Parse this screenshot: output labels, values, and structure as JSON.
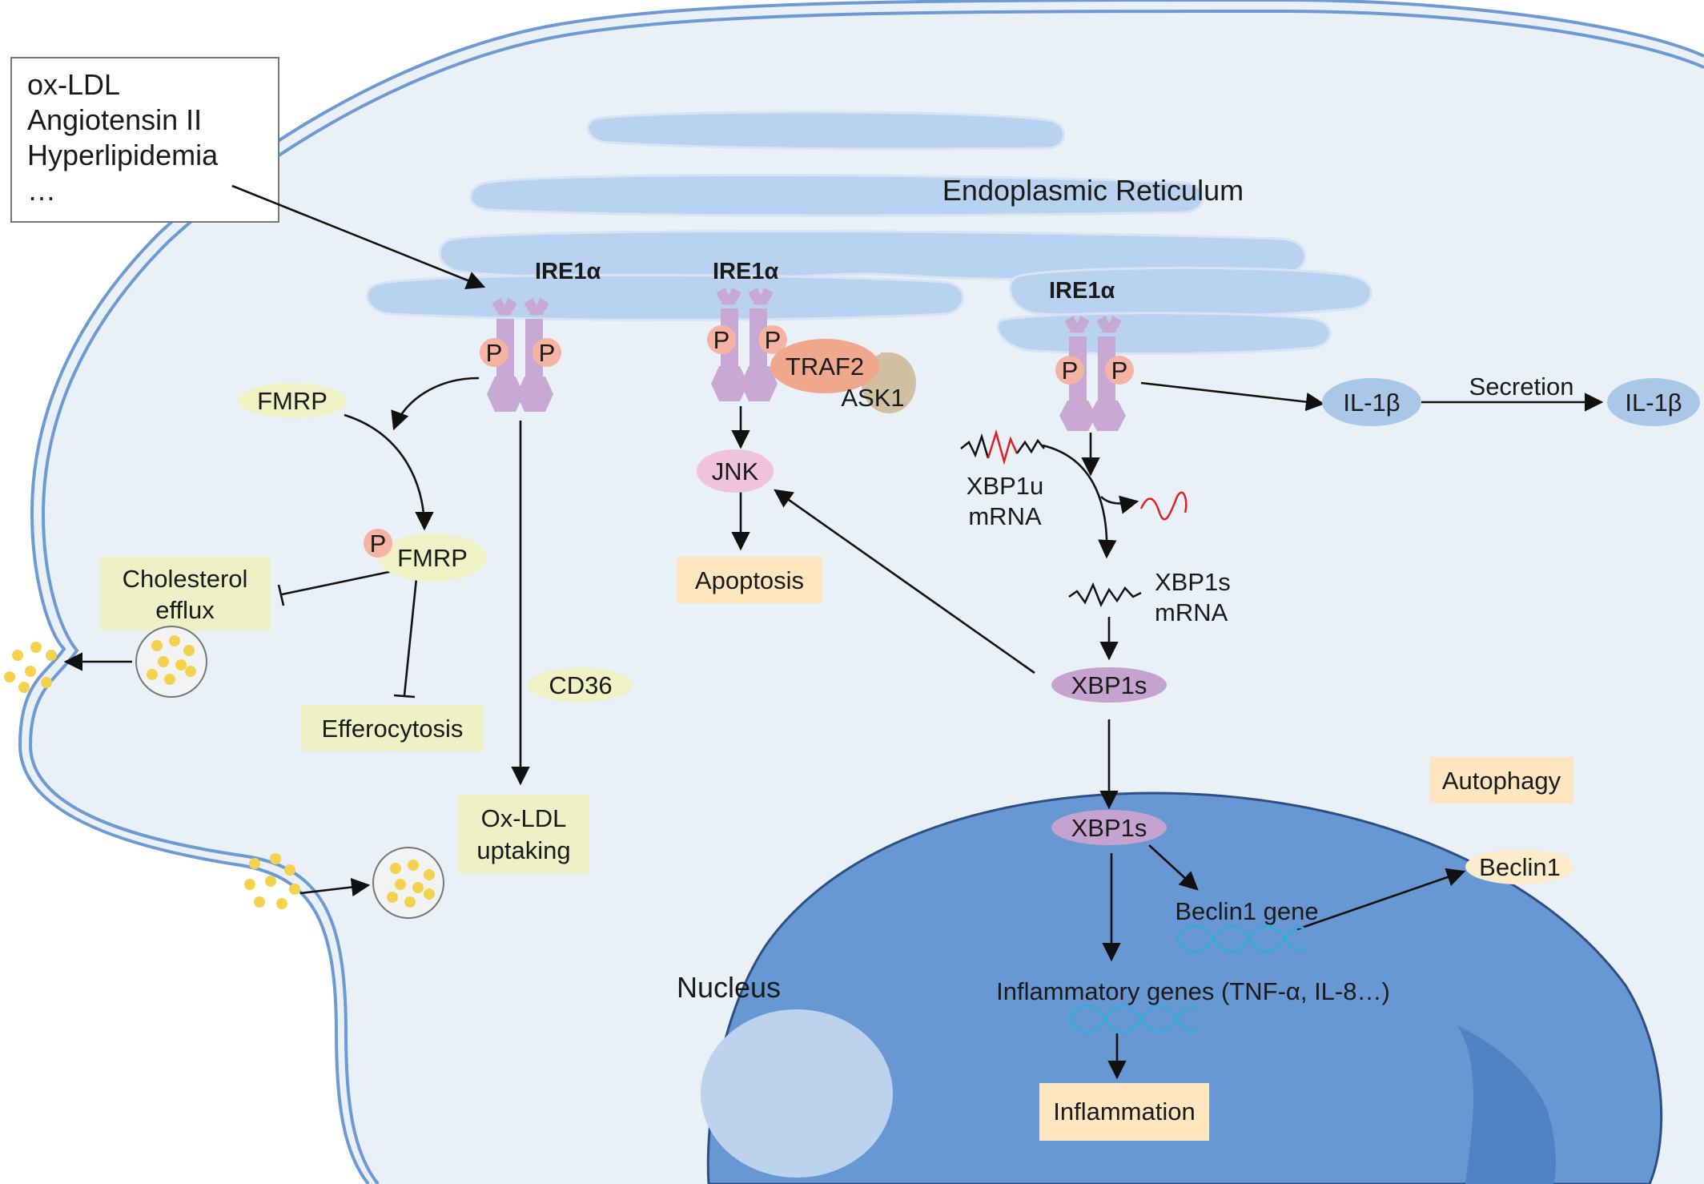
{
  "stimuli_box": {
    "lines": [
      "ox-LDL",
      "Angiotensin II",
      "Hyperlipidemia",
      "…"
    ]
  },
  "organelles": {
    "er_label": "Endoplasmic Reticulum",
    "nucleus_label": "Nucleus"
  },
  "receptor": {
    "name": "IRE1α",
    "phospho": "P"
  },
  "left_pathway": {
    "fmrp": "FMRP",
    "fmrp_p": "FMRP",
    "p": "P",
    "cholesterol_efflux": [
      "Cholesterol",
      "efflux"
    ],
    "efferocytosis": "Efferocytosis",
    "cd36": "CD36",
    "oxldl_uptaking": [
      "Ox-LDL",
      "uptaking"
    ]
  },
  "middle_pathway": {
    "traf2": "TRAF2",
    "ask1": "ASK1",
    "jnk": "JNK",
    "apoptosis": "Apoptosis"
  },
  "right_pathway": {
    "xbp1u": [
      "XBP1u",
      "mRNA"
    ],
    "xbp1s_mrna": [
      "XBP1s",
      "mRNA"
    ],
    "xbp1s": "XBP1s",
    "il1b": "IL-1β",
    "secretion": "Secretion",
    "autophagy": "Autophagy",
    "beclin1_gene": "Beclin1 gene",
    "beclin1": "Beclin1",
    "inflammatory_genes": "Inflammatory genes (TNF-α, IL-8…)",
    "inflammation": "Inflammation"
  },
  "colors": {
    "cell_fill": "#e9f0f8",
    "cell_border": "#6d9ad3",
    "er": "#b9d2ef",
    "nucleus": "#6798d4",
    "nucleolus": "#bcd3ee",
    "ire1": "#c7a9d3",
    "phospho": "#f4b3a3",
    "traf2": "#f0a88c",
    "ask1": "#cfc0a2",
    "jnk": "#efc3dc",
    "fmrp": "#eef2c4",
    "xbp1s": "#c4a3cf",
    "il1b": "#aac7e8",
    "box_yellow": "#eef1c6",
    "box_orange": "#fde6bf",
    "droplet": "#f5d24e",
    "dna": "#3aa8d8",
    "mrna_red": "#e02020"
  }
}
